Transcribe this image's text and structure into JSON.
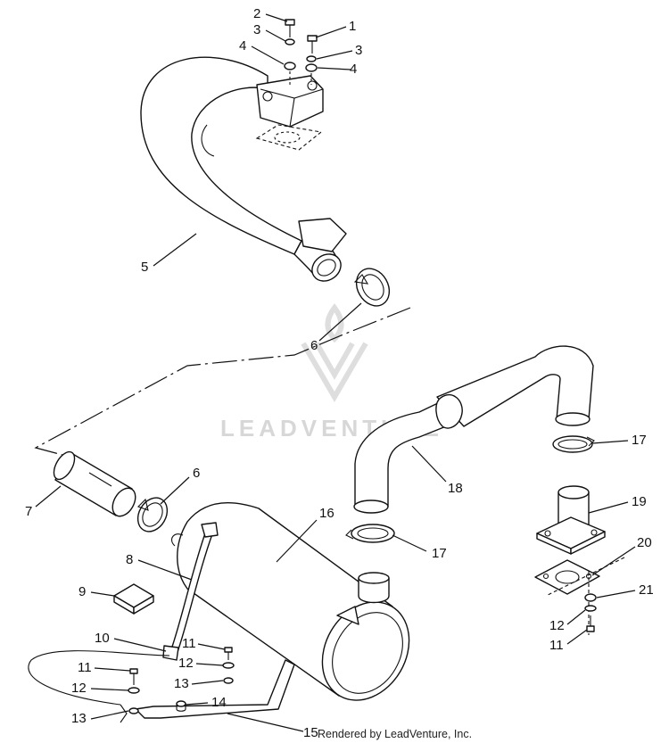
{
  "watermark": {
    "brand": "LEADVENTURE"
  },
  "credit": "Rendered by LeadVenture, Inc.",
  "callouts": {
    "top_bolt_a": "2",
    "top_washer_a": "3",
    "top_lockwasher_a": "4",
    "top_bolt_b": "1",
    "top_washer_b": "3",
    "top_lockwasher_b": "4",
    "exhaust_pipe": "5",
    "clamp_upper": "6",
    "coupler_sleeve": "7",
    "clamp_lower": "6",
    "strap": "8",
    "pad": "9",
    "strap_end": "10",
    "bolt_right": "11",
    "washer_right": "12",
    "lockwasher_right": "13",
    "bolt_left": "11",
    "washer_left": "12",
    "lockwasher_left": "13",
    "grommet": "14",
    "bracket": "15",
    "muffler": "16",
    "clamp_tail_upper": "17",
    "clamp_tail_lower": "17",
    "tailpipe": "18",
    "flange_adapter": "19",
    "gasket": "20",
    "nut": "21",
    "flange_washer": "12",
    "flange_bolt": "11"
  }
}
